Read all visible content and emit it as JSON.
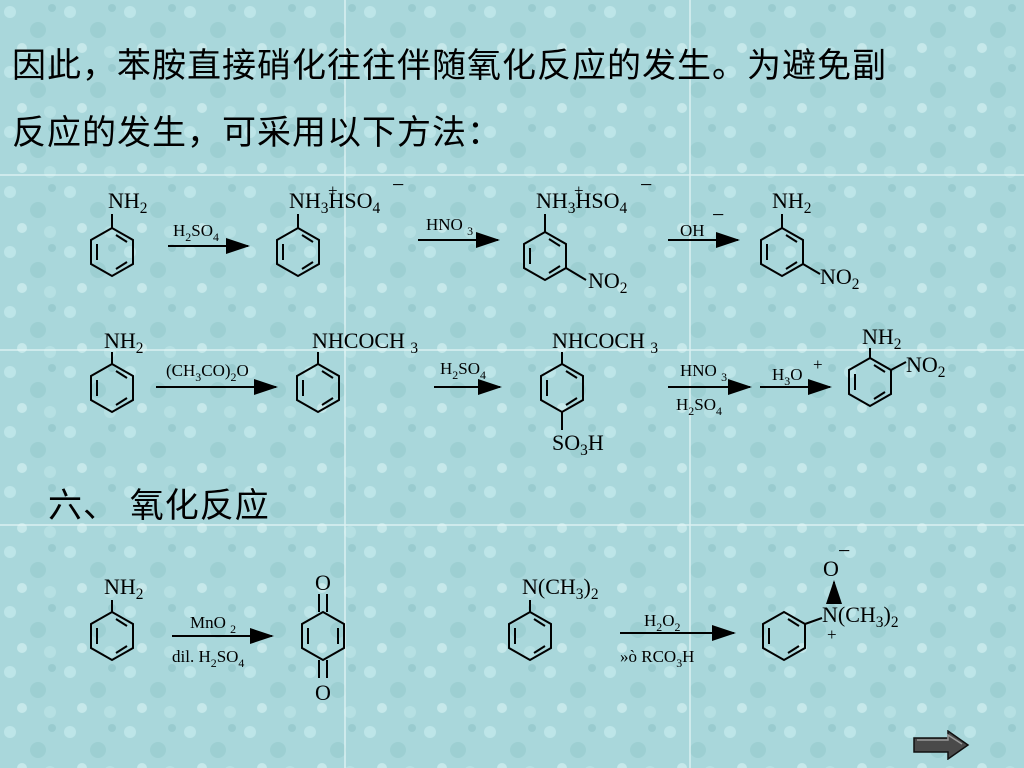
{
  "text": {
    "line1": "因此，苯胺直接硝化往往伴随氧化反应的发生。为避免副",
    "line2": "反应的发生，可采用以下方法：",
    "section": "六、 氧化反应"
  },
  "scheme1": {
    "m1": "NH2",
    "a1": "H2SO4",
    "m2": "NH3HSO4",
    "a2": "HNO 3",
    "m3_top": "NH3HSO4",
    "m3_sub": "NO2",
    "a3": "OH",
    "m4_top": "NH2",
    "m4_sub": "NO2"
  },
  "scheme2": {
    "m1": "NH2",
    "a1": "(CH3CO)2O",
    "m2": "NHCOCH 3",
    "a2": "H2SO4",
    "m3_top": "NHCOCH 3",
    "m3_bottom": "SO3H",
    "a3_top": "HNO 3",
    "a3_bottom": "H2SO4",
    "a4": "H3O",
    "m5_top": "NH2",
    "m5_sub": "NO2"
  },
  "scheme3": {
    "m1": "NH2",
    "a1_top": "MnO 2",
    "a1_bottom": "dil. H2SO4",
    "p1_top": "O",
    "p1_bottom": "O",
    "m2": "N(CH3)2",
    "a2_top": "H2O2",
    "a2_bottom": "»ò RCO3H",
    "p2_top": "O",
    "p2_sub": "N(CH3)2"
  },
  "colors": {
    "background": "#a9d7db",
    "next_button": "#4a4a4a"
  },
  "icons": {
    "next": "right-arrow-icon"
  }
}
